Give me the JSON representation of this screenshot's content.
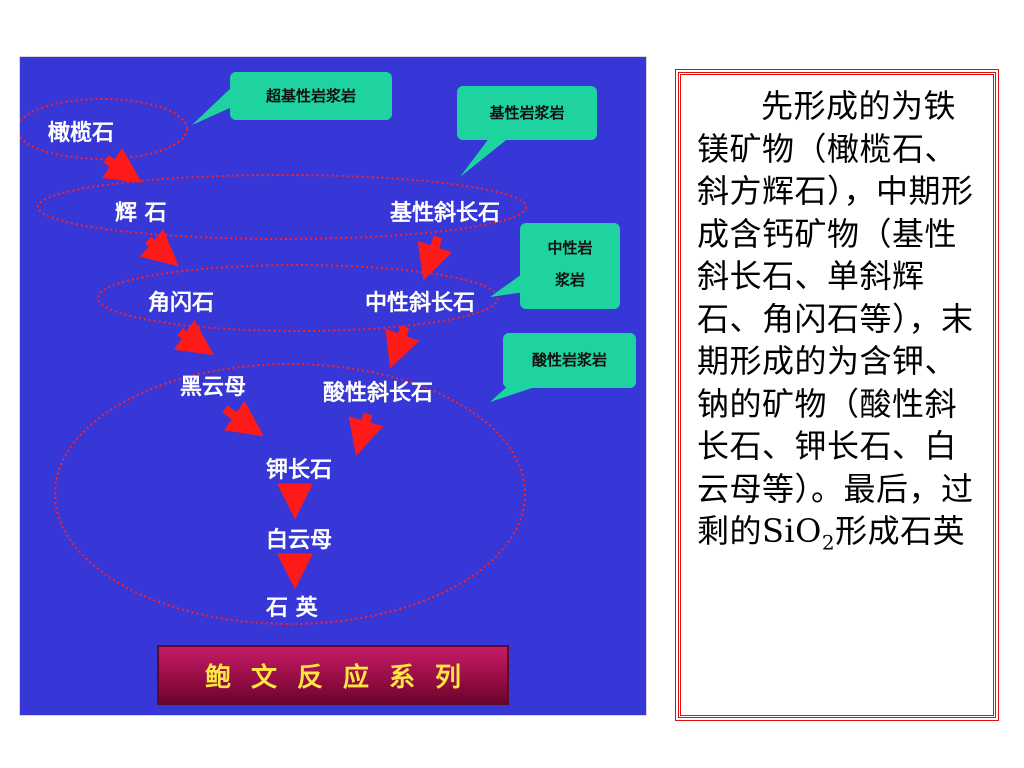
{
  "diagram": {
    "minerals": {
      "olivine": "橄榄石",
      "pyroxene": "辉 石",
      "basic_plagioclase": "基性斜长石",
      "amphibole": "角闪石",
      "intermediate_plagioclase": "中性斜长石",
      "biotite": "黑云母",
      "acid_plagioclase": "酸性斜长石",
      "k_feldspar": "钾长石",
      "muscovite": "白云母",
      "quartz": "石 英"
    },
    "callouts": {
      "ultrabasic": "超基性岩浆岩",
      "basic": "基性岩浆岩",
      "intermediate_line1": "中性岩",
      "intermediate_line2": "浆岩",
      "acid": "酸性岩浆岩"
    },
    "title": "鲍文反应系列",
    "colors": {
      "background": "#3737d8",
      "arrow": "#ff1a1a",
      "ellipse": "#ff2020",
      "callout": "#1fd3a0",
      "title_text": "#ffe640"
    }
  },
  "text_box": {
    "main": "先形成的为铁镁矿物（橄榄石、斜方辉石），中期形成含钙矿物（基性斜长石、单斜辉石、角闪石等），末期形成的为含钾、钠的矿物（酸性斜长石、钾长石、白云母等）。最后，过剩的SiO",
    "subscript": "2",
    "tail": "形成石英"
  }
}
